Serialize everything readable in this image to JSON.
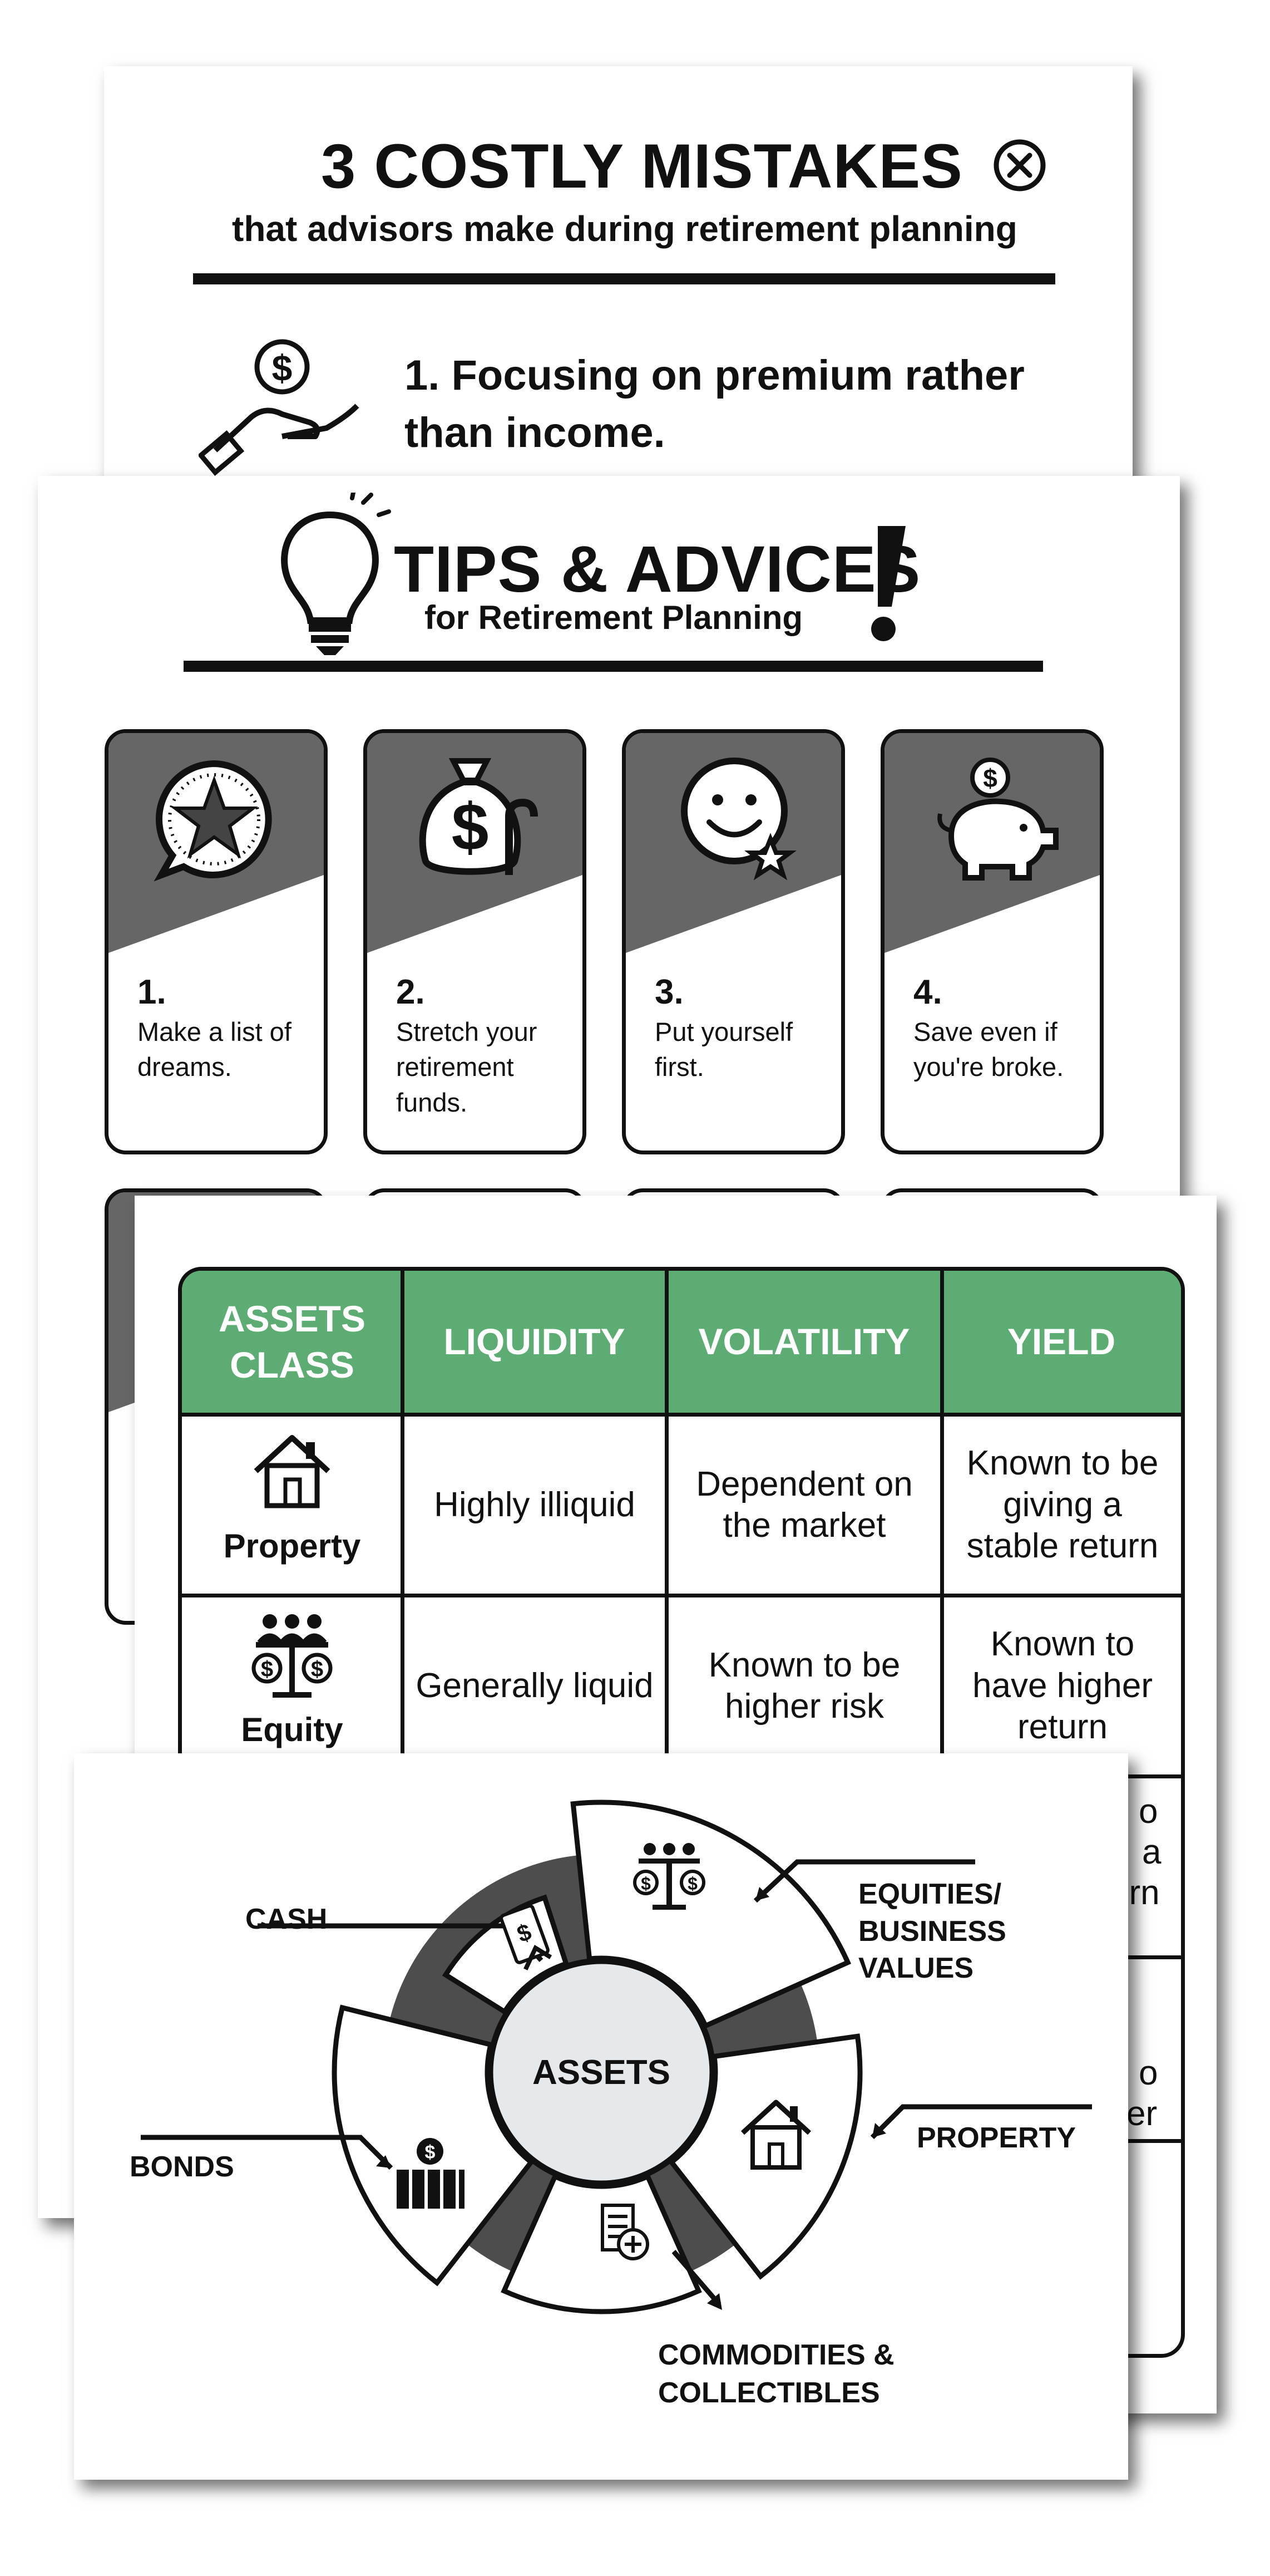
{
  "mistakes_card": {
    "title": "3 COSTLY MISTAKES",
    "subtitle": "that advisors make during retirement planning",
    "items": [
      {
        "text": "1. Focusing on premium rather than income."
      }
    ]
  },
  "tips_card": {
    "title": "TIPS & ADVICES",
    "subtitle": "for Retirement Planning",
    "tips": [
      {
        "number": "1.",
        "text": "Make a list of dreams.",
        "icon": "star-speech-bubble-icon"
      },
      {
        "number": "2.",
        "text": "Stretch your retirement funds.",
        "icon": "money-bag-cane-icon"
      },
      {
        "number": "3.",
        "text": "Put yourself first.",
        "icon": "smiley-star-icon"
      },
      {
        "number": "4.",
        "text": "Save even if you're broke.",
        "icon": "piggy-bank-icon"
      }
    ]
  },
  "asset_table": {
    "headers": [
      "ASSETS CLASS",
      "LIQUIDITY",
      "VOLATILITY",
      "YIELD"
    ],
    "rows": [
      {
        "asset": "Property",
        "icon": "house-icon",
        "liquidity": "Highly illiquid",
        "volatility": "Dependent on the market",
        "yield": "Known to be giving a stable return"
      },
      {
        "asset": "Equity",
        "icon": "equity-scales-icon",
        "liquidity": "Generally liquid",
        "volatility": "Known to be higher risk",
        "yield": "Known to have higher return"
      }
    ],
    "partial_visible": [
      "o",
      "a",
      "urn",
      "o",
      "er"
    ]
  },
  "assets_wheel": {
    "center": "ASSETS",
    "segments": [
      {
        "label": "CASH",
        "icon": "cash-hand-icon"
      },
      {
        "label": "EQUITIES/ BUSINESS VALUES",
        "icon": "equity-scales-icon"
      },
      {
        "label": "PROPERTY",
        "icon": "house-icon"
      },
      {
        "label": "COMMODITIES & COLLECTIBLES",
        "icon": "commodities-icon"
      },
      {
        "label": "BONDS",
        "icon": "bonds-icon"
      }
    ]
  },
  "colors": {
    "accent_green": "#5cac73",
    "dark_gray": "#666666",
    "ring_gray": "#4d4d4d",
    "center_fill": "#e6e9ec"
  }
}
